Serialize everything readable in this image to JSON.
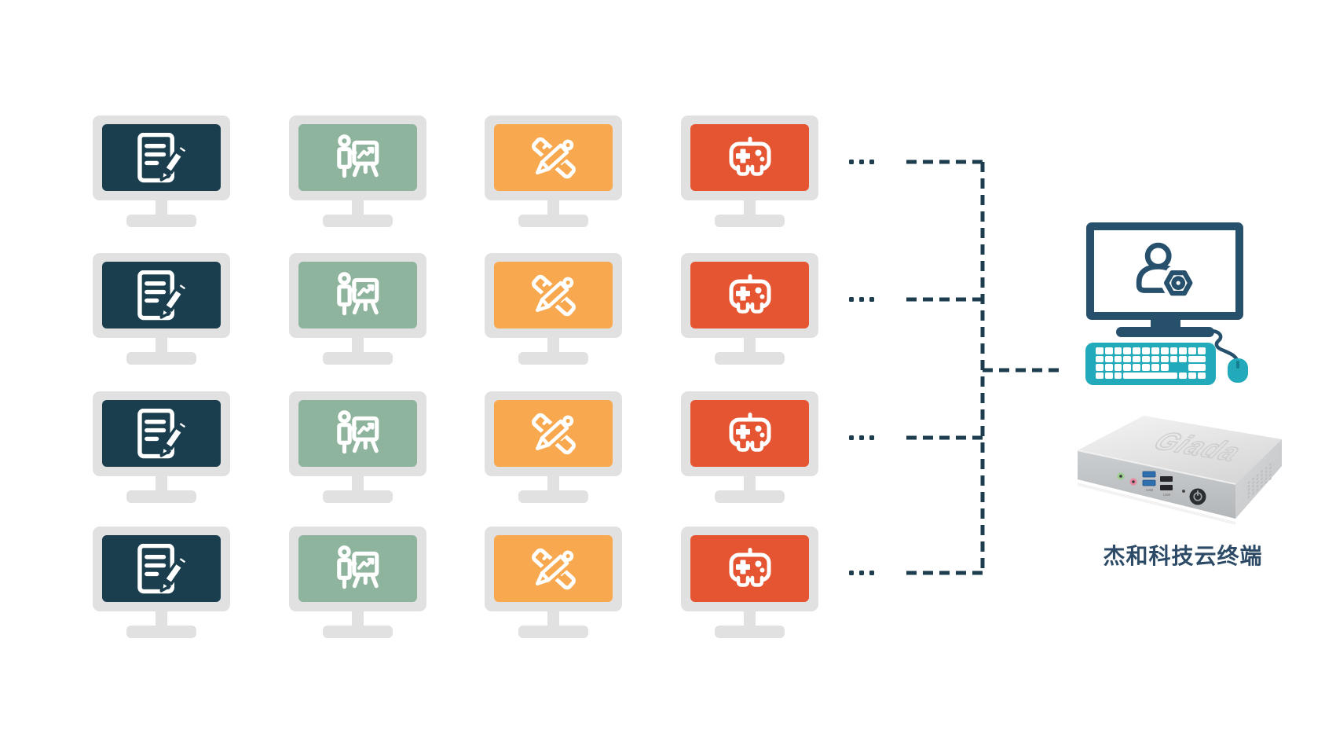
{
  "palette": {
    "background": "#ffffff",
    "bezel": "#e1e1e1",
    "line": "#1d3c4e",
    "client_navy": "#27506c",
    "keyboard_teal": "#23aaba",
    "mouse_wheel": "#157f91",
    "label_text": "#2d4b66",
    "usb3_blue": "#2e6fae",
    "usb2_black": "#26262a",
    "audio_jack_green": "#9ccf8f",
    "mic_jack_pink": "#e78aa2"
  },
  "grid": {
    "rows": 4,
    "row_ellipsis": "...",
    "columns": [
      {
        "id": "office",
        "icon": "document-edit-icon",
        "screen_color": "#1a3e4e"
      },
      {
        "id": "presentation",
        "icon": "presentation-chart-icon",
        "screen_color": "#8fb49e"
      },
      {
        "id": "design",
        "icon": "design-tools-icon",
        "screen_color": "#f8a84e"
      },
      {
        "id": "gaming",
        "icon": "gamepad-icon",
        "screen_color": "#e65532"
      }
    ]
  },
  "client": {
    "screen_icon": "user-settings-icon",
    "device_brand": "Giada",
    "usb_label": "USB",
    "label": "杰和科技云终端"
  }
}
